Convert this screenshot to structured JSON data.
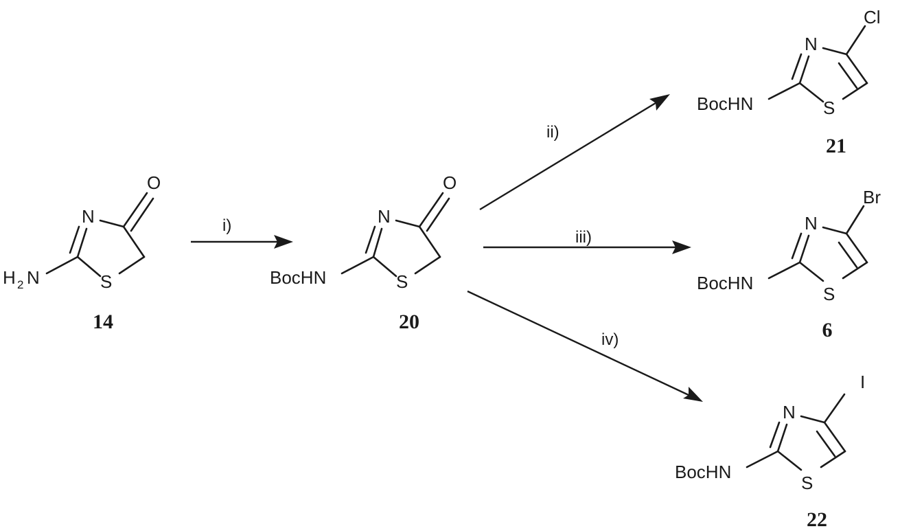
{
  "compounds": {
    "c14": {
      "number": "14",
      "amine_H": "H",
      "amine_sub": "2",
      "amine_N": "N",
      "ring_N": "N",
      "ring_S": "S",
      "carbonyl_O": "O"
    },
    "c20": {
      "number": "20",
      "amine": "BocHN",
      "ring_N": "N",
      "ring_S": "S",
      "carbonyl_O": "O"
    },
    "c21": {
      "number": "21",
      "amine": "BocHN",
      "ring_N": "N",
      "ring_S": "S",
      "halogen": "Cl"
    },
    "c6": {
      "number": "6",
      "amine": "BocHN",
      "ring_N": "N",
      "ring_S": "S",
      "halogen": "Br"
    },
    "c22": {
      "number": "22",
      "amine": "BocHN",
      "ring_N": "N",
      "ring_S": "S",
      "halogen": "I"
    }
  },
  "conditions": {
    "step_i": "i)",
    "step_ii": "ii)",
    "step_iii": "iii)",
    "step_iv": "iv)"
  }
}
